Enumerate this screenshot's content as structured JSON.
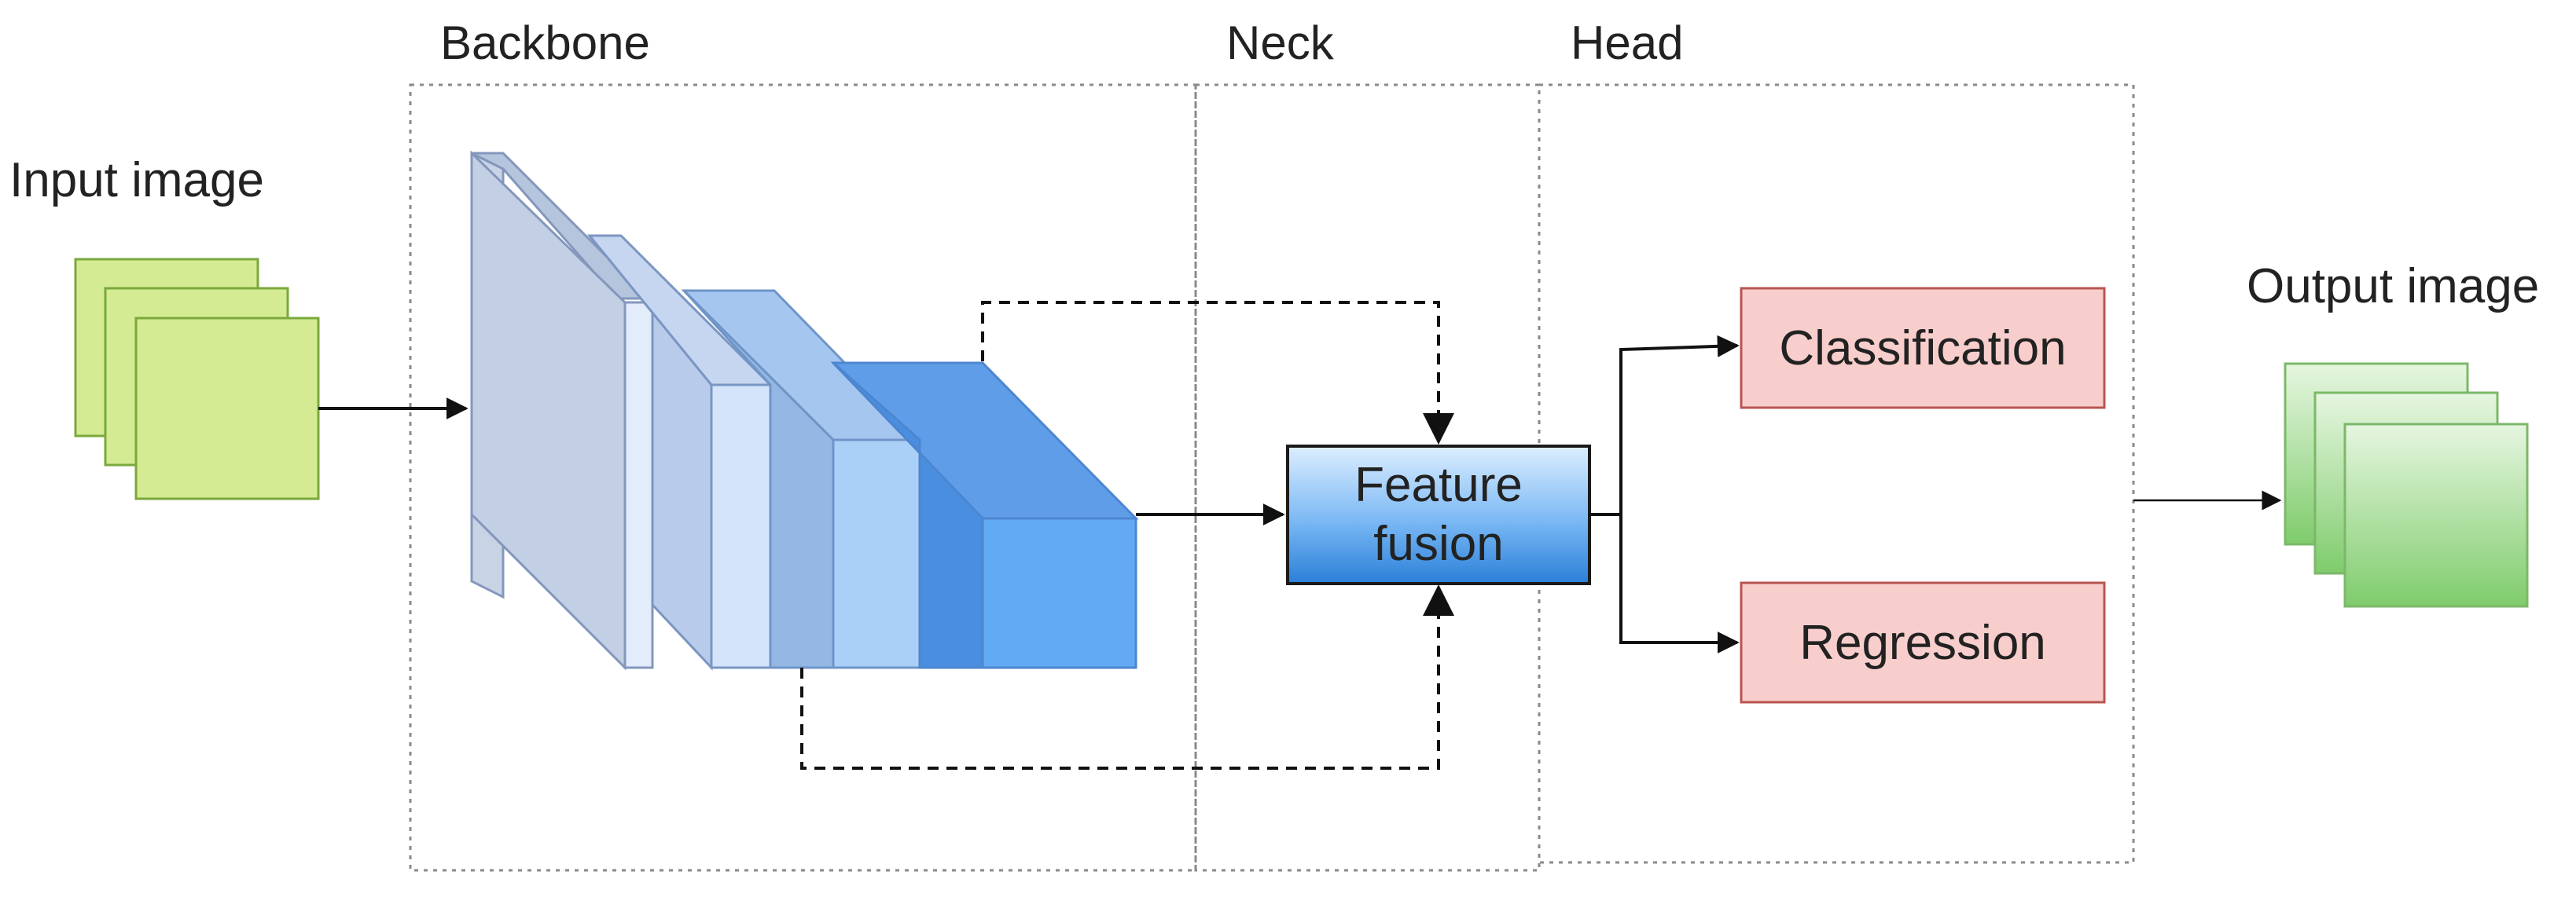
{
  "sections": {
    "backbone": "Backbone",
    "neck": "Neck",
    "head": "Head"
  },
  "input_label": "Input image",
  "output_label": "Output image",
  "nodes": {
    "feature_fusion_line1": "Feature",
    "feature_fusion_line2": "fusion",
    "classification": "Classification",
    "regression": "Regression"
  },
  "colors": {
    "input_green": "#d4eb93",
    "output_green": "#8fd47c",
    "head_box": "#f8cecc",
    "feature_fusion": "#3d8fe0"
  }
}
